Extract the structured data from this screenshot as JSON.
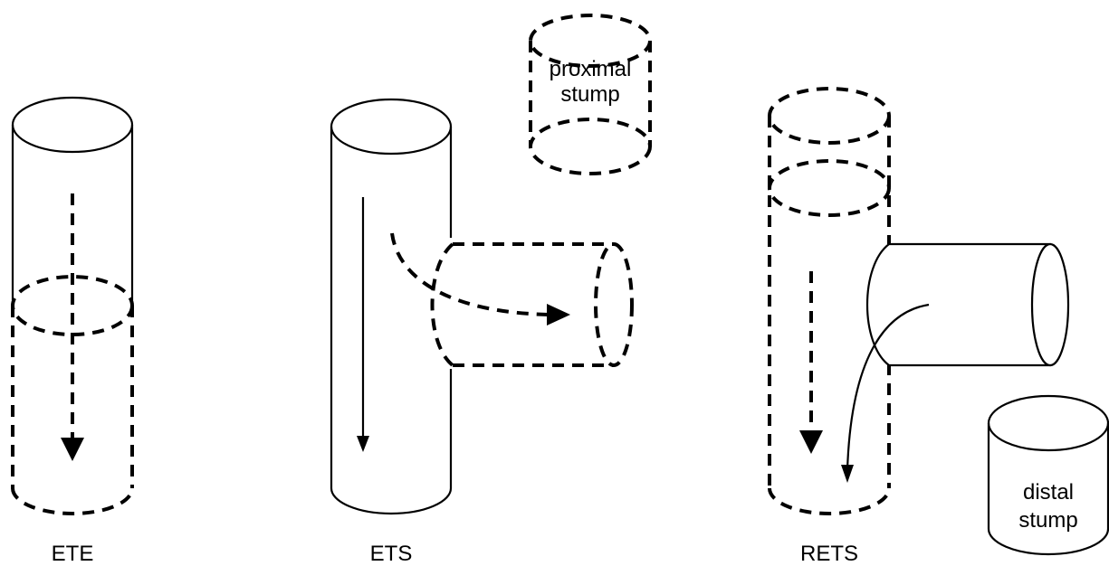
{
  "labels": {
    "ete": "ETE",
    "ets": "ETS",
    "rets": "RETS"
  },
  "stumps": {
    "proximal_line1": "proximal",
    "proximal_line2": "stump",
    "distal_line1": "distal",
    "distal_line2": "stump"
  },
  "colors": {
    "stroke": "#000000",
    "background": "#ffffff"
  }
}
